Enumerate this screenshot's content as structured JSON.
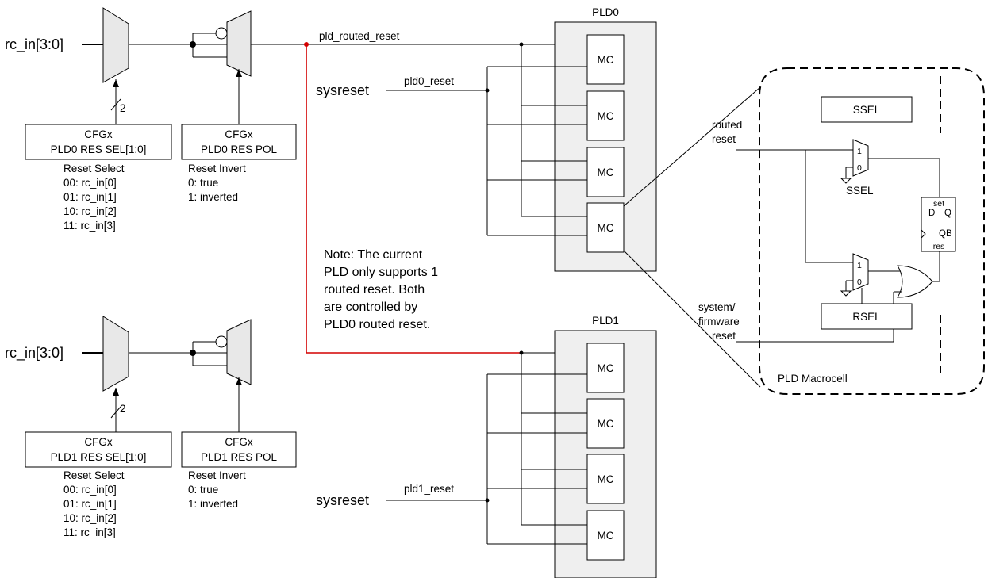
{
  "top_input": {
    "label": "rc_in[3:0]"
  },
  "bottom_input": {
    "label": "rc_in[3:0]"
  },
  "bus_width": {
    "top": "2",
    "bottom": "2"
  },
  "routed_signal": "pld_routed_reset",
  "cfg_top_sel": {
    "line1": "CFGx",
    "line2": "PLD0 RES SEL[1:0]"
  },
  "cfg_top_pol": {
    "line1": "CFGx",
    "line2": "PLD0 RES POL"
  },
  "cfg_bot_sel": {
    "line1": "CFGx",
    "line2": "PLD1 RES SEL[1:0]"
  },
  "cfg_bot_pol": {
    "line1": "CFGx",
    "line2": "PLD1 RES POL"
  },
  "reset_select_top": [
    "Reset Select",
    "00: rc_in[0]",
    "01: rc_in[1]",
    "10: rc_in[2]",
    "11: rc_in[3]"
  ],
  "reset_invert_top": [
    "Reset Invert",
    "0: true",
    "1: inverted"
  ],
  "reset_select_bot": [
    "Reset Select",
    "00: rc_in[0]",
    "01: rc_in[1]",
    "10: rc_in[2]",
    "11: rc_in[3]"
  ],
  "reset_invert_bot": [
    "Reset Invert",
    "0: true",
    "1: inverted"
  ],
  "pld0": {
    "title": "PLD0",
    "mc": [
      "MC",
      "MC",
      "MC",
      "MC"
    ]
  },
  "pld1": {
    "title": "PLD1",
    "mc": [
      "MC",
      "MC",
      "MC",
      "MC"
    ]
  },
  "sysreset_top": {
    "label": "sysreset",
    "signal": "pld0_reset"
  },
  "sysreset_bot": {
    "label": "sysreset",
    "signal": "pld1_reset"
  },
  "note": [
    "Note: The current",
    "PLD only supports 1",
    "routed reset.  Both",
    "are controlled by",
    "PLD0 routed reset."
  ],
  "macrocell": {
    "ssel_box": "SSEL",
    "ssel_label": "SSEL",
    "rsel_box": "RSEL",
    "routed_reset": [
      "routed",
      "reset"
    ],
    "system_reset": [
      "system/",
      "firmware",
      "reset"
    ],
    "mux_in1": "1",
    "mux_in0": "0",
    "ff": {
      "set": "set",
      "d": "D",
      "q": "Q",
      "qb": "QB",
      "res": "res"
    },
    "caption": "PLD Macrocell"
  }
}
